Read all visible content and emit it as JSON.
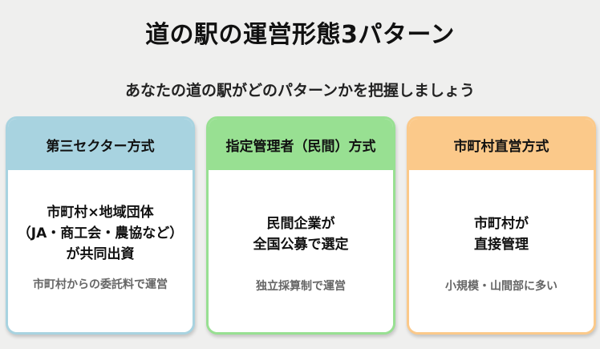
{
  "header": {
    "title": "道の駅の運営形態3パターン",
    "subtitle": "あなたの道の駅がどのパターンかを把握しましょう"
  },
  "cards": [
    {
      "title": "第三セクター方式",
      "lines": [
        "市町村×地域団体",
        "（JA・商工会・農協など）",
        "が共同出資"
      ],
      "note": "市町村からの委託料で運営",
      "color": "#a8d3e0"
    },
    {
      "title": "指定管理者（民間）方式",
      "lines": [
        "民間企業が",
        "全国公募で選定"
      ],
      "note": "独立採算制で運営",
      "color": "#98e092"
    },
    {
      "title": "市町村直営方式",
      "lines": [
        "市町村が",
        "直接管理"
      ],
      "note": "小規模・山間部に多い",
      "color": "#fbc98a"
    }
  ]
}
